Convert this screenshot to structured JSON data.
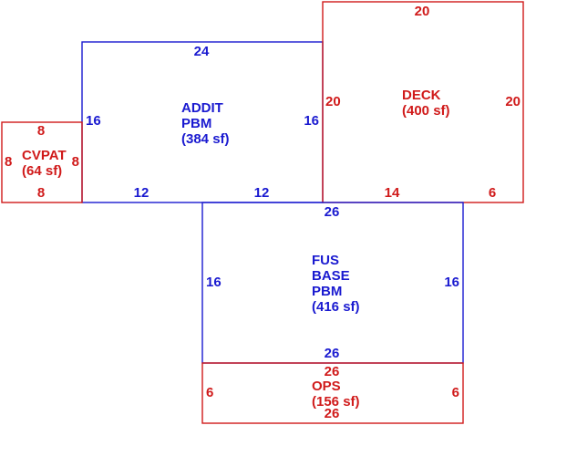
{
  "colors": {
    "main_structure": "#1a1ad0",
    "addition": "#d01a1a",
    "background": "#ffffff"
  },
  "areas": {
    "addit": {
      "name_line1": "ADDIT",
      "name_line2": "PBM",
      "area": "(384 sf)",
      "top": "24",
      "left": "16",
      "right": "16",
      "bottom_left": "12",
      "bottom_right": "12"
    },
    "deck": {
      "name": "DECK",
      "area": "(400 sf)",
      "top": "20",
      "left": "20",
      "right": "20",
      "bottom_left": "14",
      "bottom_right": "6"
    },
    "cvpat": {
      "name": "CVPAT",
      "area": "(64 sf)",
      "top": "8",
      "left": "8",
      "right": "8",
      "bottom": "8"
    },
    "fus_base": {
      "name_line1": "FUS",
      "name_line2": "BASE",
      "name_line3": "PBM",
      "area": "(416 sf)",
      "top": "26",
      "left": "16",
      "right": "16",
      "bottom": "26"
    },
    "ops": {
      "name": "OPS",
      "area": "(156 sf)",
      "top": "26",
      "left": "6",
      "right": "6",
      "bottom": "26"
    }
  }
}
